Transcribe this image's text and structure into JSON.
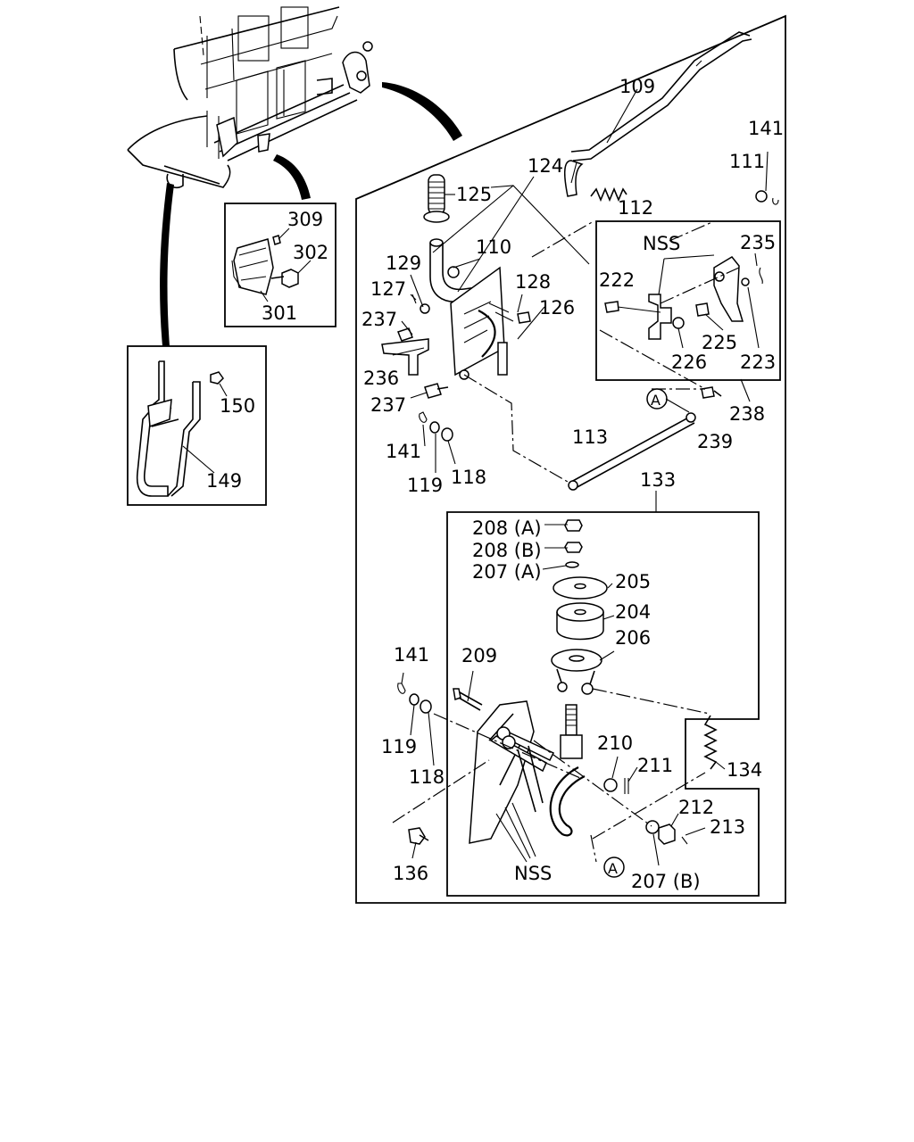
{
  "labels": {
    "l109": "109",
    "l141a": "141",
    "l111": "111",
    "l124": "124",
    "l125": "125",
    "l112": "112",
    "l235": "235",
    "l110": "110",
    "l129": "129",
    "l128": "128",
    "l127": "127",
    "l126": "126",
    "l237a": "237",
    "l236": "236",
    "l237b": "237",
    "l141b": "141",
    "l119a": "119",
    "l118a": "118",
    "l113": "113",
    "l222": "222",
    "l225": "225",
    "l226": "226",
    "l223": "223",
    "l238": "238",
    "l239": "239",
    "l133": "133",
    "l208a": "208 (A)",
    "l208b": "208 (B)",
    "l207a": "207 (A)",
    "l205": "205",
    "l204": "204",
    "l206": "206",
    "l141c": "141",
    "l209": "209",
    "l119b": "119",
    "l118b": "118",
    "l210": "210",
    "l211": "211",
    "l134": "134",
    "l212": "212",
    "l213": "213",
    "l136": "136",
    "l207b": "207 (B)",
    "l309": "309",
    "l302": "302",
    "l301": "301",
    "l150": "150",
    "l149": "149",
    "nss_top": "NSS",
    "nss_bottom": "NSS",
    "marker_a_top": "A",
    "marker_a_bottom": "A"
  }
}
